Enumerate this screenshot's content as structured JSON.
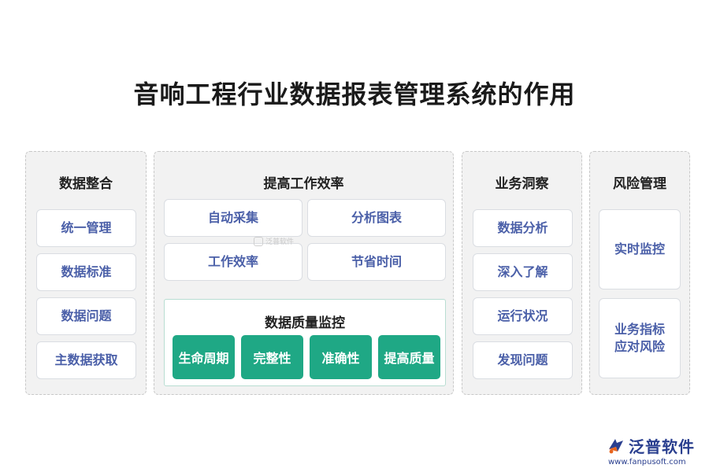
{
  "title": "音响工程行业数据报表管理系统的作用",
  "sections": {
    "integration": {
      "title": "数据整合",
      "items": [
        "统一管理",
        "数据标准",
        "数据问题",
        "主数据获取"
      ]
    },
    "efficiency": {
      "title": "提高工作效率",
      "items": [
        "自动采集",
        "分析图表",
        "工作效率",
        "节省时间"
      ],
      "quality": {
        "title": "数据质量监控",
        "items": [
          "生命周期",
          "完整性",
          "准确性",
          "提高质量"
        ]
      }
    },
    "insight": {
      "title": "业务洞察",
      "items": [
        "数据分析",
        "深入了解",
        "运行状况",
        "发现问题"
      ]
    },
    "risk": {
      "title": "风险管理",
      "items": [
        "实时监控",
        "业务指标\n应对风险"
      ]
    }
  },
  "watermark": "泛普软件",
  "logo": {
    "name": "泛普软件",
    "url": "www.fanpusoft.com"
  },
  "colors": {
    "accent_green": "#1fa885",
    "item_text": "#4a5fa8",
    "logo_blue": "#2a3f8f"
  }
}
